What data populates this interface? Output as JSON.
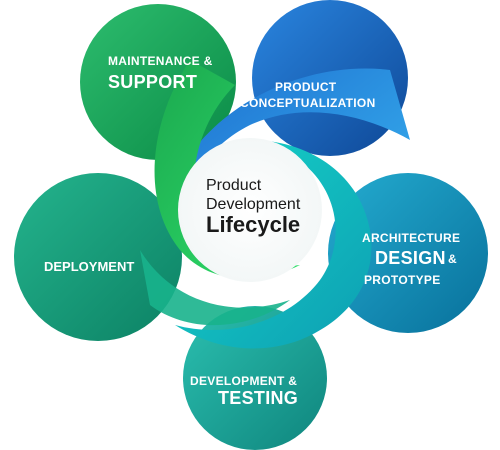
{
  "center": {
    "line1": "Product",
    "line2": "Development",
    "line3": "Lifecycle"
  },
  "stages": [
    {
      "line1": "MAINTENANCE &",
      "line2": "SUPPORT",
      "color_from": "#27b36a",
      "color_to": "#0d8f4c"
    },
    {
      "line1": "PRODUCT",
      "line2": "CONCEPTUALIZATION",
      "color_from": "#2276d6",
      "color_to": "#0f4fa8"
    },
    {
      "line1": "ARCHITECTURE",
      "line2a": "DESIGN",
      "line2b": "&",
      "line3": "PROTOTYPE",
      "color_from": "#1aa0c7",
      "color_to": "#0a78a3"
    },
    {
      "line1": "DEVELOPMENT &",
      "line2": "TESTING",
      "color_from": "#20b3a4",
      "color_to": "#138a82"
    },
    {
      "line1": "DEPLOYMENT",
      "color_from": "#1aa784",
      "color_to": "#0f8a6a"
    }
  ],
  "swirl_colors": {
    "green": "#1ec85a",
    "blue": "#2a9fe6",
    "cyan": "#19c7c2"
  }
}
